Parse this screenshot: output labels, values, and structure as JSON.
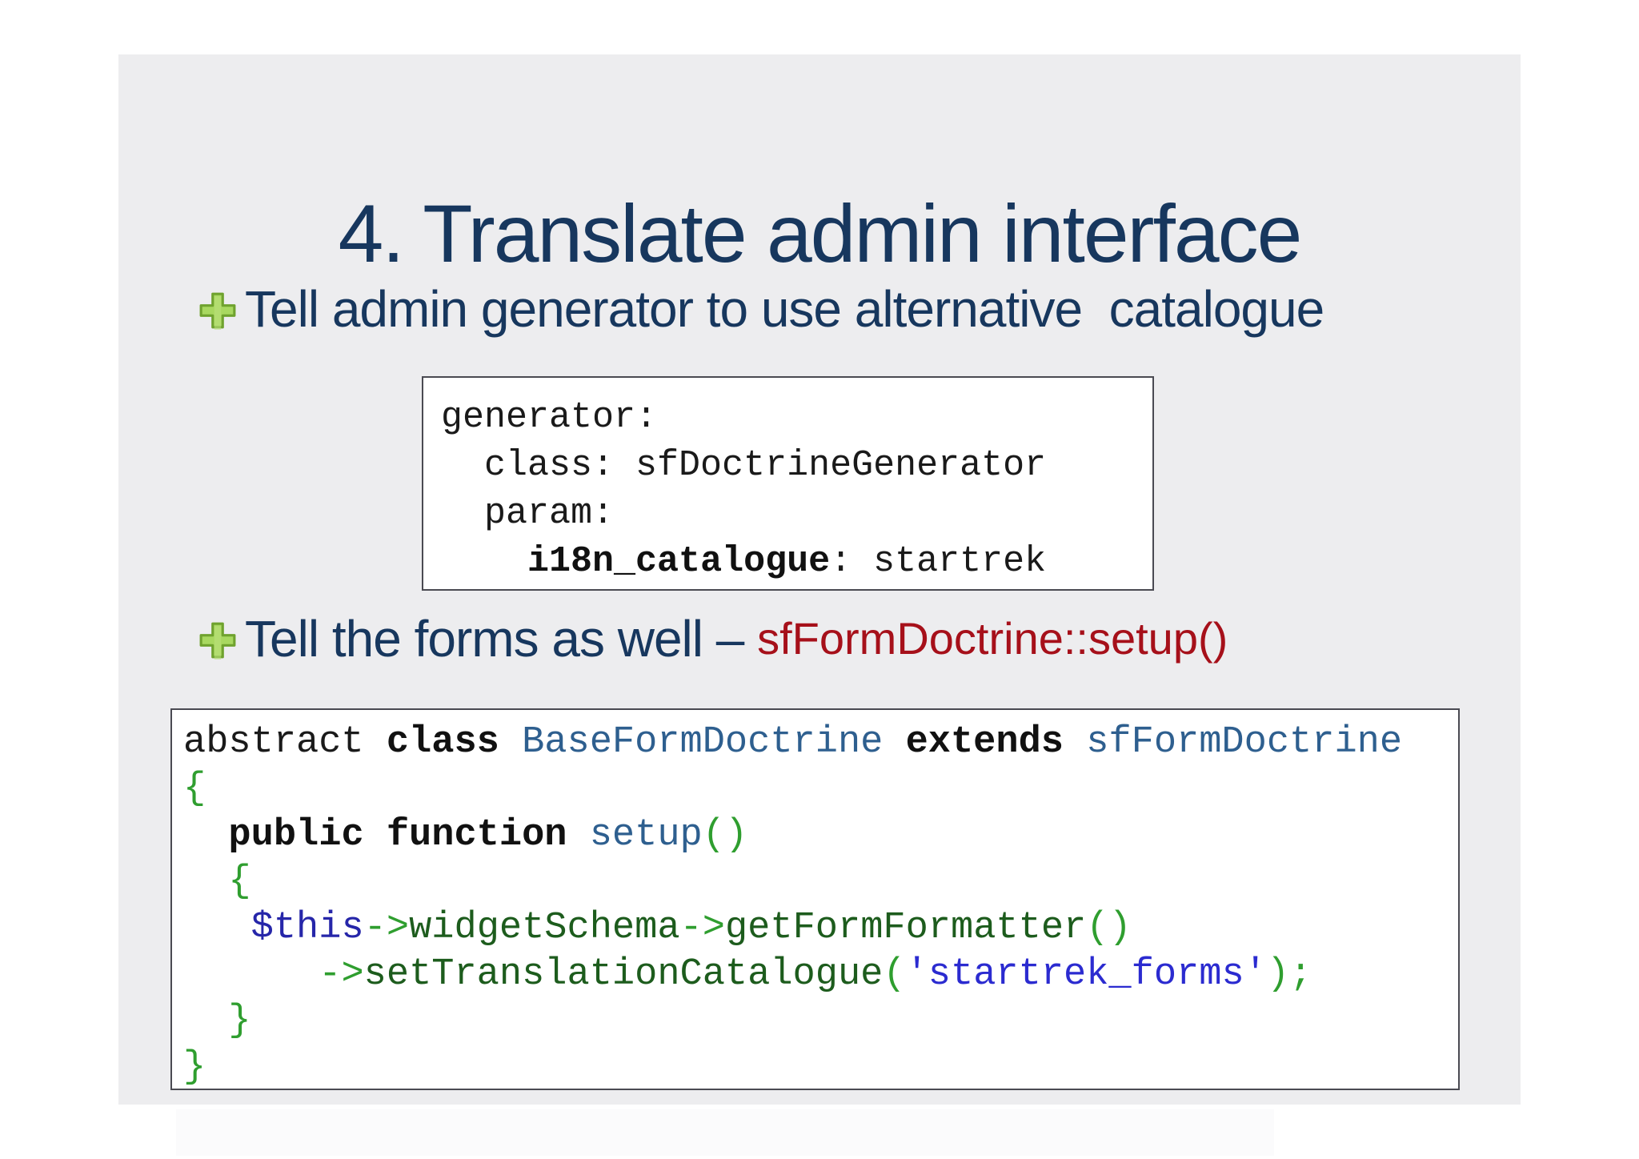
{
  "slide": {
    "title": "4. Translate admin interface",
    "bullets": [
      {
        "segments": [
          {
            "text": "Tell admin generator to use alternative  catalogue",
            "style": "primary"
          }
        ]
      },
      {
        "segments": [
          {
            "text": "Tell the forms as well – ",
            "style": "primary"
          },
          {
            "text": "sfFormDoctrine::setup()",
            "style": "accent"
          }
        ]
      }
    ],
    "icons": [
      {
        "name": "plus-bullet-icon",
        "glyph": "green 3D plus sign"
      }
    ],
    "colors": {
      "slide_background": "#EDEDEF",
      "page_background": "#FFFFFF",
      "title_navy": "#17375E",
      "bullet_navy": "#17375E",
      "accent_red": "#A6101A",
      "plus_fill": "#A8D860",
      "plus_stroke": "#6FA22E",
      "code_border": "#4A4A52",
      "code_plain": "#1A1A1A",
      "code_class_blue": "#2E5F8F",
      "code_variable_blue": "#2626A9",
      "code_method_green": "#1D5C1D",
      "code_punct_green": "#2F9E2F",
      "code_string_blue": "#2B2BD0"
    },
    "code_yaml": {
      "language": "yaml",
      "lines": [
        [
          {
            "t": "generator:",
            "c": "p"
          }
        ],
        [
          {
            "t": "  class: sfDoctrineGenerator",
            "c": "p"
          }
        ],
        [
          {
            "t": "  param:",
            "c": "p"
          }
        ],
        [
          {
            "t": "    ",
            "c": "p"
          },
          {
            "t": "i18n_catalogue",
            "c": "b"
          },
          {
            "t": ": startrek",
            "c": "p"
          }
        ]
      ]
    },
    "code_php": {
      "language": "php",
      "lines": [
        [
          {
            "t": "abstract ",
            "c": "p"
          },
          {
            "t": "class ",
            "c": "k"
          },
          {
            "t": "BaseFormDoctrine ",
            "c": "cls"
          },
          {
            "t": "extends ",
            "c": "k"
          },
          {
            "t": "sfFormDoctrine",
            "c": "cls"
          }
        ],
        [
          {
            "t": "{",
            "c": "pun"
          }
        ],
        [
          {
            "t": "  ",
            "c": "p"
          },
          {
            "t": "public function ",
            "c": "k"
          },
          {
            "t": "setup",
            "c": "cls"
          },
          {
            "t": "()",
            "c": "pun"
          }
        ],
        [
          {
            "t": "  ",
            "c": "p"
          },
          {
            "t": "{",
            "c": "pun"
          }
        ],
        [
          {
            "t": "   ",
            "c": "p"
          },
          {
            "t": "$this",
            "c": "var"
          },
          {
            "t": "->",
            "c": "pun"
          },
          {
            "t": "widgetSchema",
            "c": "fn"
          },
          {
            "t": "->",
            "c": "pun"
          },
          {
            "t": "getFormFormatter",
            "c": "fn"
          },
          {
            "t": "()",
            "c": "pun"
          }
        ],
        [
          {
            "t": "      ",
            "c": "p"
          },
          {
            "t": "->",
            "c": "pun"
          },
          {
            "t": "setTranslationCatalogue",
            "c": "fn"
          },
          {
            "t": "(",
            "c": "pun"
          },
          {
            "t": "'startrek_forms'",
            "c": "str"
          },
          {
            "t": ")",
            "c": "pun"
          },
          {
            "t": ";",
            "c": "pun"
          }
        ],
        [
          {
            "t": "  ",
            "c": "p"
          },
          {
            "t": "}",
            "c": "pun"
          }
        ],
        [
          {
            "t": "}",
            "c": "pun"
          }
        ]
      ]
    }
  }
}
